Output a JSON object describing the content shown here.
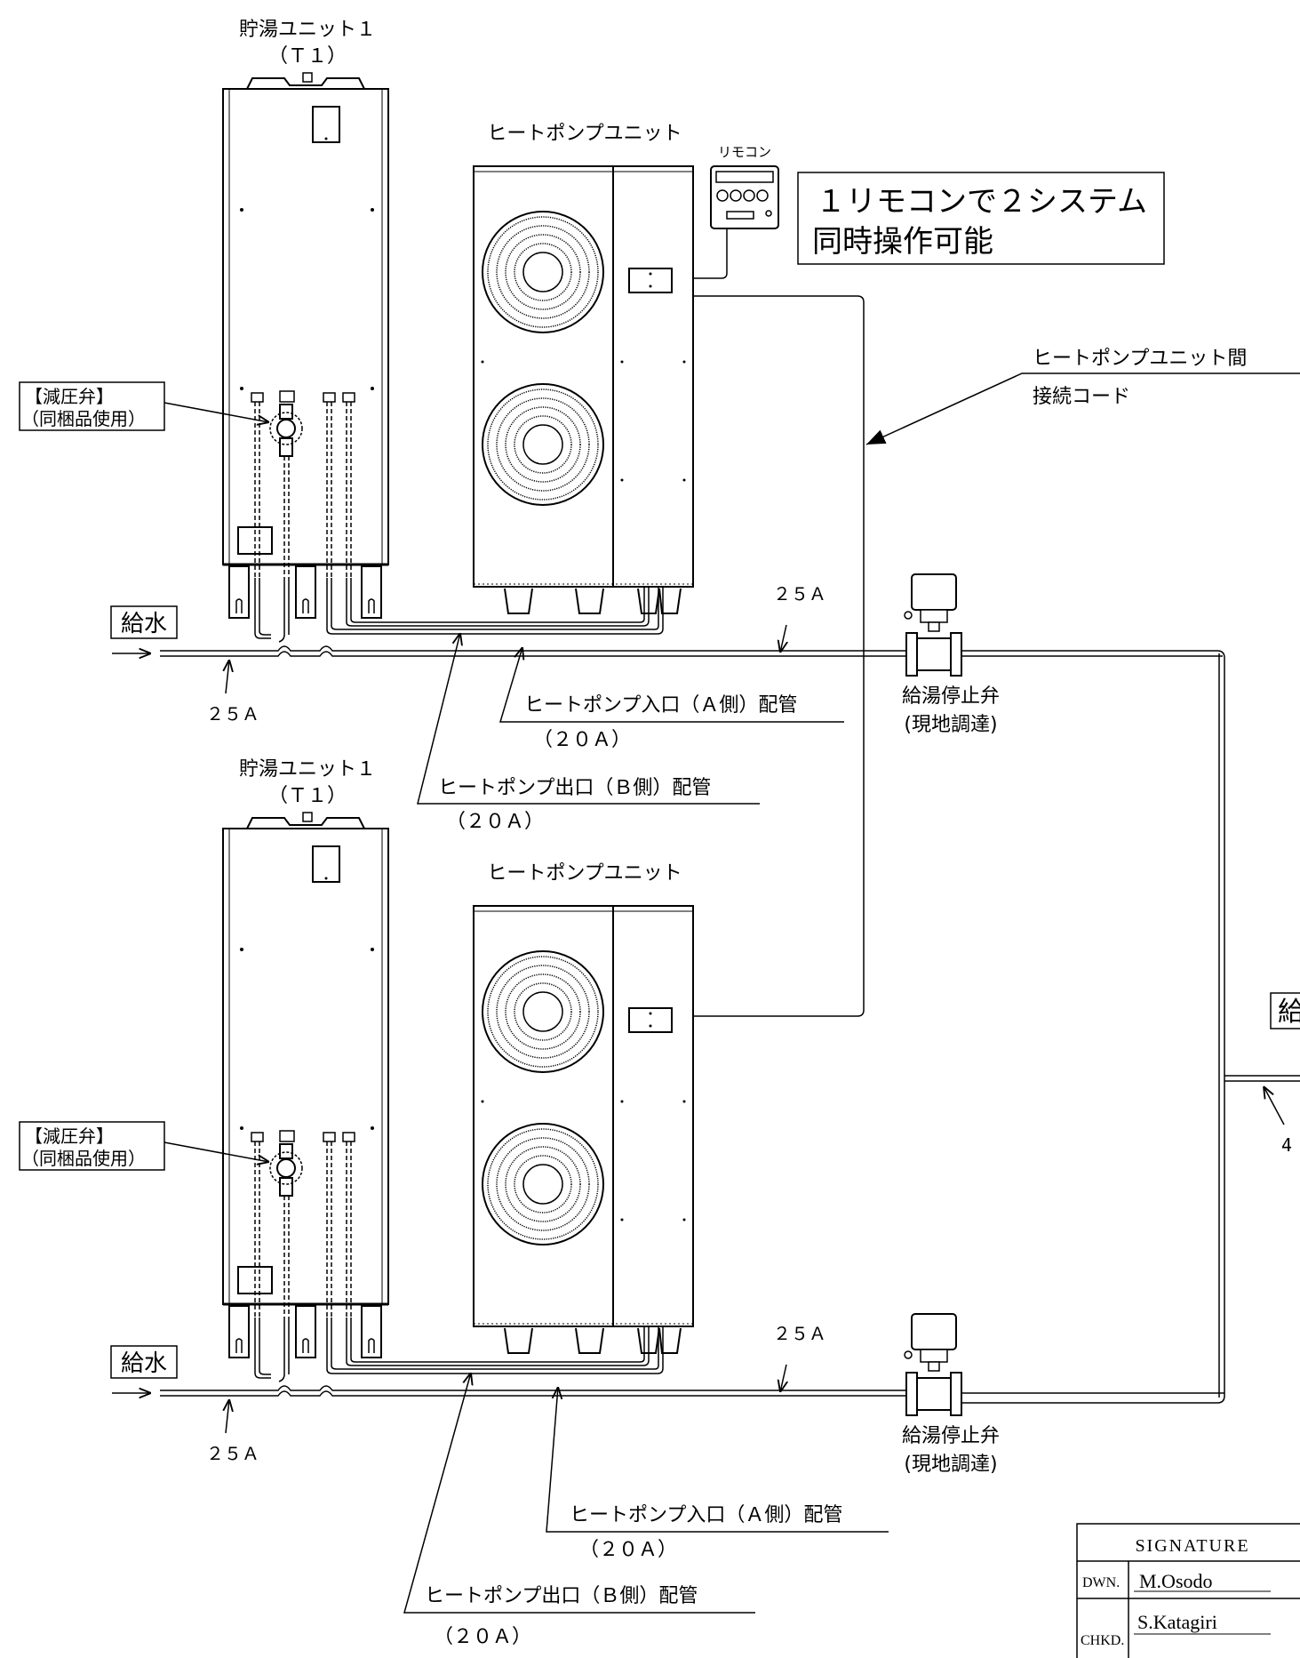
{
  "callout": {
    "line1": "１リモコンで２システム",
    "line2": "同時操作可能"
  },
  "remote_label": "リモコン",
  "connection_cord": {
    "line1": "ヒートポンプユニット間",
    "line2": "接続コード"
  },
  "supply_right": "給",
  "supply_right_size": "4",
  "systems": [
    {
      "tank_title": "貯湯ユニット１",
      "tank_code": "（Ｔ１）",
      "hp_title": "ヒートポンプユニット",
      "reducing_valve": "【減圧弁】",
      "reducing_valve_note": "（同梱品使用）",
      "water_supply": "給水",
      "supply_size": "２５Ａ",
      "hot_size": "２５Ａ",
      "stop_valve": "給湯停止弁",
      "stop_valve_note": "(現地調達)",
      "inlet_pipe": "ヒートポンプ入口（Ａ側）配管",
      "inlet_size": "（２０Ａ）",
      "outlet_pipe": "ヒートポンプ出口（Ｂ側）配管",
      "outlet_size": "（２０Ａ）"
    },
    {
      "tank_title": "貯湯ユニット１",
      "tank_code": "（Ｔ１）",
      "hp_title": "ヒートポンプユニット",
      "reducing_valve": "【減圧弁】",
      "reducing_valve_note": "（同梱品使用）",
      "water_supply": "給水",
      "supply_size": "２５Ａ",
      "hot_size": "２５Ａ",
      "stop_valve": "給湯停止弁",
      "stop_valve_note": "(現地調達)",
      "inlet_pipe": "ヒートポンプ入口（Ａ側）配管",
      "inlet_size": "（２０Ａ）",
      "outlet_pipe": "ヒートポンプ出口（Ｂ側）配管",
      "outlet_size": "（２０Ａ）"
    }
  ],
  "signature": {
    "header": "SIGNATURE",
    "rows": [
      {
        "role": "DWN.",
        "name": "M.Osodo"
      },
      {
        "role": "CHKD.",
        "name": "S.Katagiri"
      }
    ]
  }
}
